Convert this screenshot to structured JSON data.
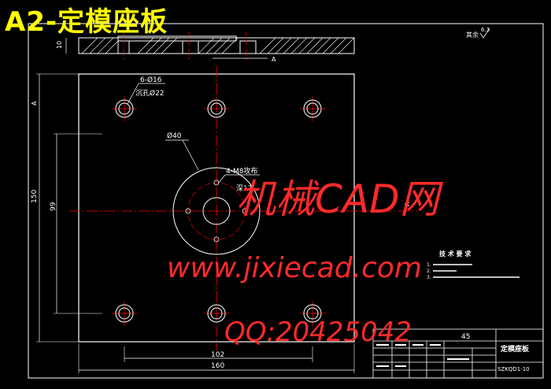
{
  "title": "A2-定模座板",
  "drawing": {
    "hole_label": "6-Ø16",
    "counterbore_label": "沉孔Ø22",
    "circle_label": "Ø40",
    "thread_label": "4-M8攻布",
    "depth_label": "深17",
    "dim_150": "150",
    "dim_99": "99",
    "dim_102": "102",
    "dim_160": "160",
    "dim_10": "10",
    "roughness_label": "其余",
    "roughness_value": "6.3",
    "mark_a": "A",
    "tech_title": "技 术 要 求",
    "tech_item_1": "1.",
    "tech_item_2": "2.",
    "tech_item_3": "3."
  },
  "titleblock": {
    "material": "45",
    "part_name": "定模座板",
    "drawing_no": "SZKQD1-10"
  },
  "watermark": {
    "line1": "机械CAD网",
    "line2": "www.jixiecad.com",
    "line3": "QQ:20425042"
  }
}
